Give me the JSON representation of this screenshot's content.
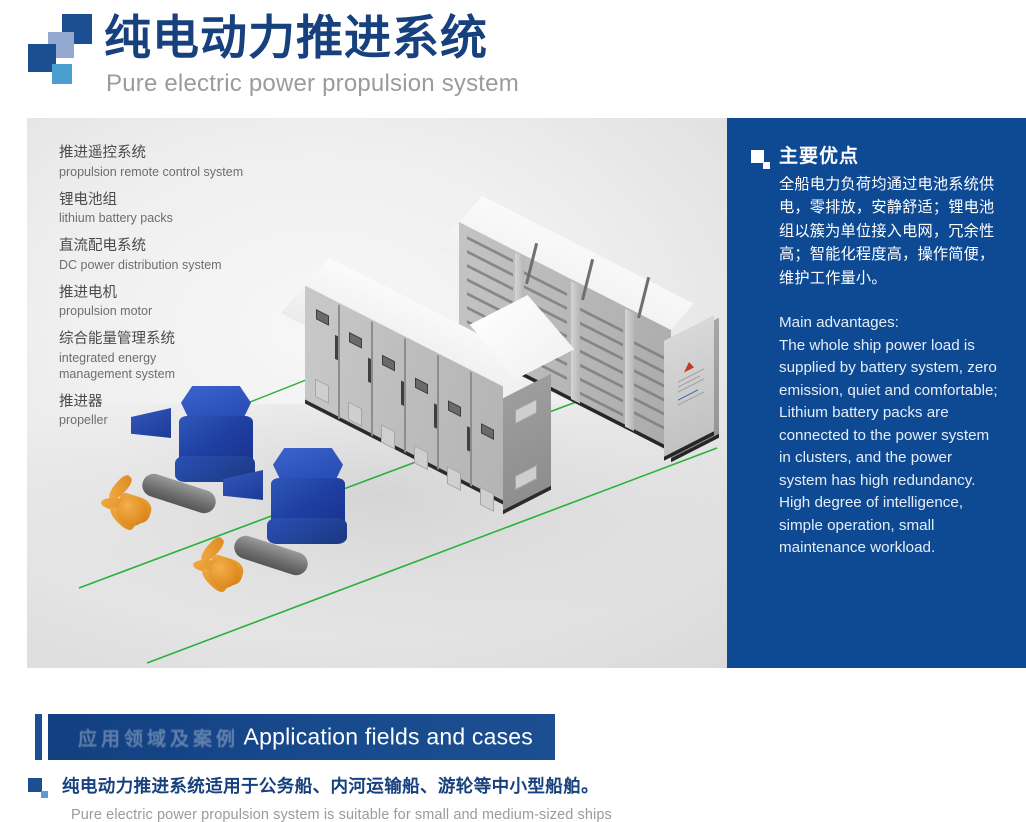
{
  "header": {
    "title_cn": "纯电动力推进系统",
    "title_en": "Pure electric power propulsion system",
    "logo_name": "company-logo-squares"
  },
  "figure": {
    "alt": "3D isometric rendering of pure electric propulsion system: DC distribution cabinets, lithium battery racks and two azimuth thrusters with propellers connected by green signal lines",
    "labels": [
      {
        "cn": "推进遥控系统",
        "en": "propulsion remote control system"
      },
      {
        "cn": "锂电池组",
        "en": "lithium battery packs"
      },
      {
        "cn": "直流配电系统",
        "en": "DC power distribution system"
      },
      {
        "cn": "推进电机",
        "en": "propulsion motor"
      },
      {
        "cn": "综合能量管理系统",
        "en": "integrated energy\nmanagement system"
      },
      {
        "cn": "推进器",
        "en": "propeller"
      }
    ]
  },
  "advantages": {
    "title": "主要优点",
    "body_cn": "全船电力负荷均通过电池系统供电，零排放，安静舒适；锂电池组以簇为单位接入电网，冗余性高；智能化程度高，操作简便，维护工作量小。",
    "lead_en": "Main advantages:",
    "body_en": "The whole ship power load is supplied by battery system, zero emission, quiet and comfortable; Lithium battery packs are connected to the power system in clusters, and the power system has high redundancy. High degree of intelligence, simple operation, small maintenance workload."
  },
  "banner": {
    "title_cn": "应用领域及案例",
    "title_en": "Application fields and cases"
  },
  "footer": {
    "text_cn": "纯电动力推进系统适用于公务船、内河运输船、游轮等中小型船舶。",
    "text_en": "Pure electric power propulsion system is suitable for small and medium-sized ships"
  },
  "colors": {
    "brand_blue": "#17407e",
    "panel_blue": "#0e4a94",
    "banner_blue": "#1b4f91",
    "accent_light_blue": "#5b9bd5",
    "muted_gray": "#9b9b9b",
    "thruster_blue": "#1f3fa3",
    "propeller_orange": "#e08d22",
    "guide_green": "#2bb13a"
  }
}
